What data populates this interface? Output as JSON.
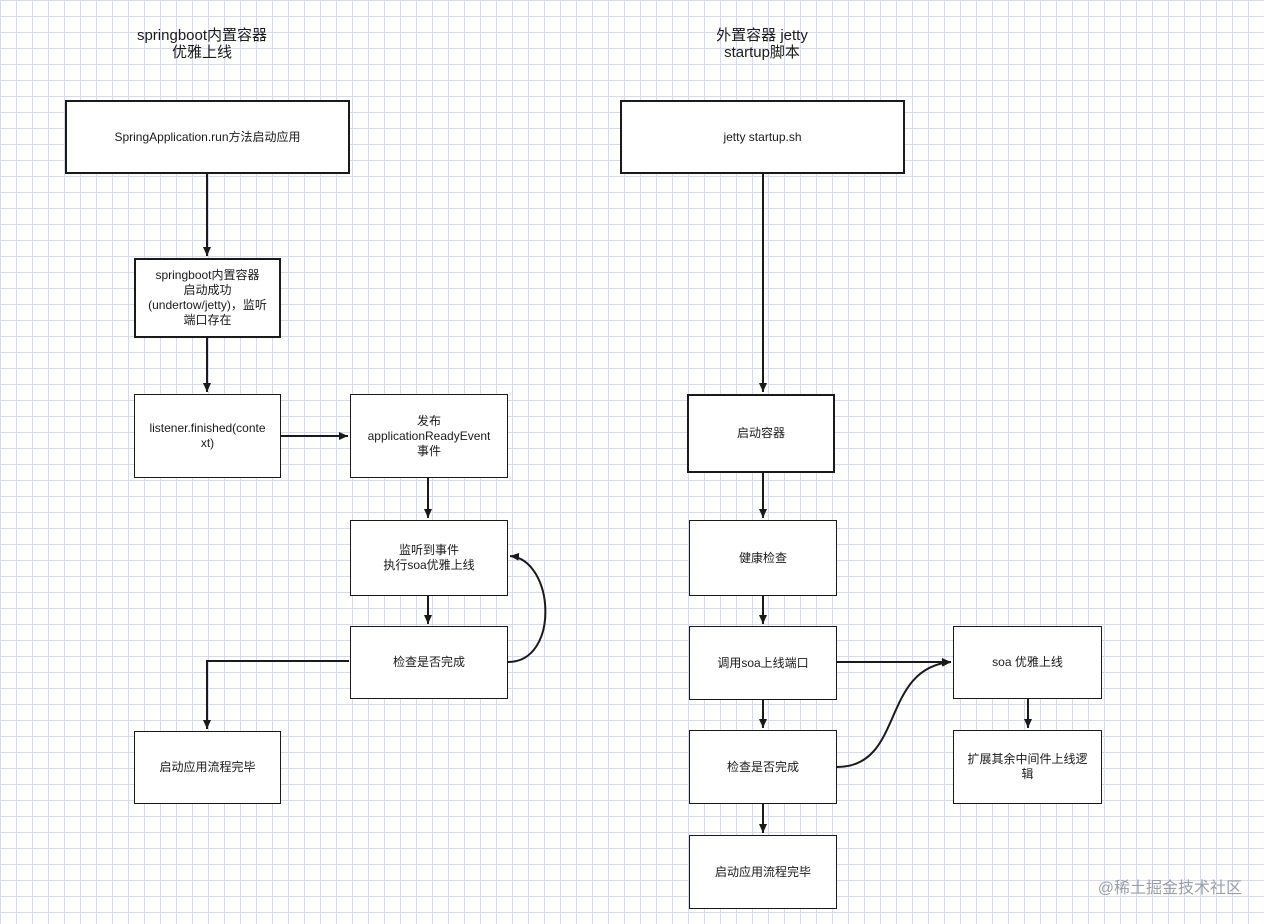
{
  "left": {
    "title": "springboot内置容器\n优雅上线",
    "nodes": {
      "run": "SpringApplication.run方法启动应用",
      "started": "springboot内置容器\n启动成功\n(undertow/jetty)，监听\n端口存在",
      "listener": "listener.finished(conte\nxt)",
      "publish": "发布\napplicationReadyEvent\n事件",
      "listen_event": "监听到事件\n执行soa优雅上线",
      "check": "检查是否完成",
      "done": "启动应用流程完毕"
    }
  },
  "right": {
    "title": "外置容器 jetty\nstartup脚本",
    "nodes": {
      "script": "jetty startup.sh",
      "start_container": "启动容器",
      "health": "健康检查",
      "call_port": "调用soa上线端口",
      "soa_online": "soa 优雅上线",
      "check": "检查是否完成",
      "extend": "扩展其余中间件上线逻辑",
      "done": "启动应用流程完毕"
    }
  },
  "watermark": "@稀土掘金技术社区"
}
